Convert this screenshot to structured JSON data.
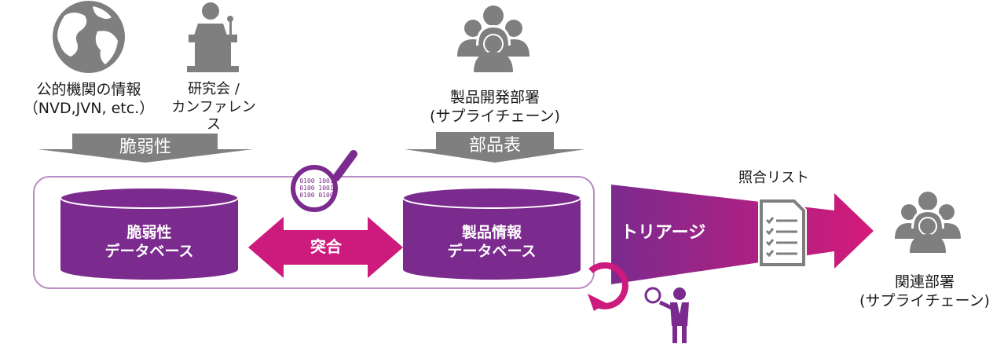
{
  "sources": {
    "public_agency": {
      "label": "公的機関の情報\n（NVD,JVN, etc.）",
      "icon": "globe-icon"
    },
    "conference": {
      "label": "研究会 /\nカンファレンス",
      "icon": "podium-speaker-icon"
    },
    "product_dept": {
      "label": "製品開発部署\n(サプライチェーン)",
      "icon": "group-people-icon"
    }
  },
  "inputs": {
    "vulnerability": "脆弱性",
    "bom": "部品表"
  },
  "databases": {
    "vuln_db": "脆弱性\nデータベース",
    "product_db": "製品情報\nデータベース"
  },
  "match_label": "突合",
  "triage_label": "トリアージ",
  "checklist_label": "照合リスト",
  "target": {
    "label": "関連部署\n(サプライチェーン)",
    "icon": "group-people-icon"
  },
  "binary_text": [
    "0100",
    "0100",
    "1001",
    "1001",
    "0100",
    "0100"
  ],
  "colors": {
    "purple": "#7b2a8e",
    "magenta": "#cc1a7d",
    "gray": "#7f7f7f",
    "outline": "#b98cc3"
  }
}
